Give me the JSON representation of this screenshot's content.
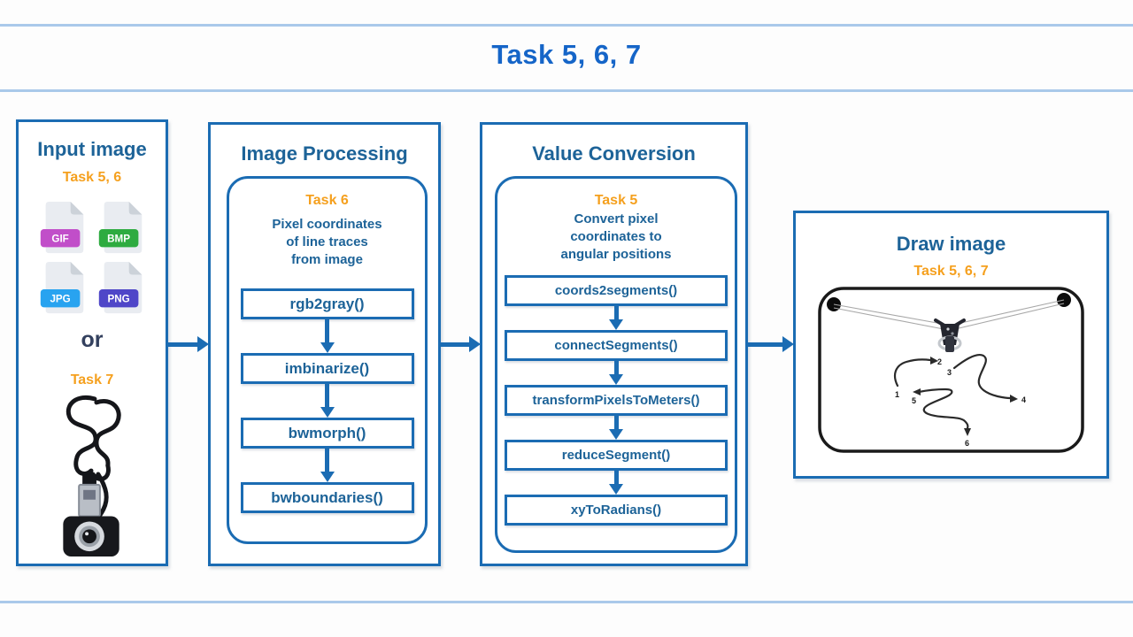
{
  "page": {
    "title": "Task 5, 6, 7",
    "colors": {
      "border_blue": "#1b6cb3",
      "title_blue": "#1565c8",
      "heading_blue": "#1d6398",
      "accent_orange": "#f5a01e",
      "separator_blue": "#aac9ea",
      "or_navy": "#33405e"
    }
  },
  "columns": {
    "input": {
      "title": "Input image",
      "task_label_1": "Task 5, 6",
      "file_types": [
        {
          "label": "GIF",
          "color": "#c14ec9"
        },
        {
          "label": "BMP",
          "color": "#2eab40"
        },
        {
          "label": "JPG",
          "color": "#28a3f0"
        },
        {
          "label": "PNG",
          "color": "#4f46c8"
        }
      ],
      "or_label": "or",
      "task_label_2": "Task 7",
      "device": "usb-webcam"
    },
    "processing": {
      "title": "Image Processing",
      "task_label": "Task 6",
      "description_lines": [
        "Pixel coordinates",
        "of line traces",
        "from image"
      ],
      "functions": [
        "rgb2gray()",
        "imbinarize()",
        "bwmorph()",
        "bwboundaries()"
      ]
    },
    "conversion": {
      "title": "Value Conversion",
      "task_label": "Task 5",
      "description_lines": [
        "Convert pixel",
        "coordinates to",
        "angular positions"
      ],
      "functions": [
        "coords2segments()",
        "connectSegments()",
        "transformPixelsToMeters()",
        "reduceSegment()",
        "xyToRadians()"
      ]
    },
    "draw": {
      "title": "Draw image",
      "task_label": "Task 5, 6, 7",
      "path_numbers": [
        "1",
        "2",
        "3",
        "4",
        "5",
        "6"
      ]
    }
  }
}
